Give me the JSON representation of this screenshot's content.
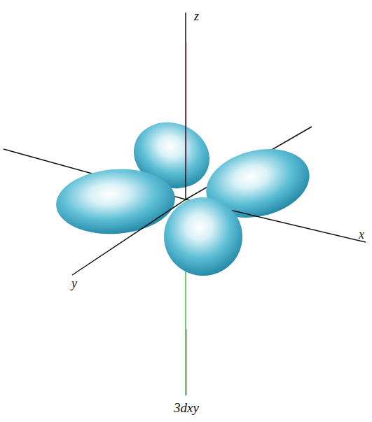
{
  "diagram": {
    "caption": "3dxy",
    "labels": [
      "z",
      "x",
      "y"
    ]
  }
}
